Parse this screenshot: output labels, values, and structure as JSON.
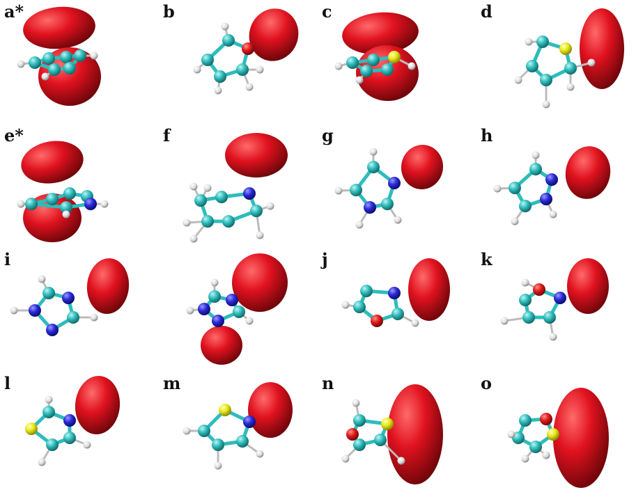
{
  "panels": [
    {
      "label": "a*"
    },
    {
      "label": "b"
    },
    {
      "label": "c"
    },
    {
      "label": "d"
    },
    {
      "label": "e*"
    },
    {
      "label": "f"
    },
    {
      "label": "g"
    },
    {
      "label": "h"
    },
    {
      "label": "i"
    },
    {
      "label": ""
    },
    {
      "label": "j"
    },
    {
      "label": "k"
    },
    {
      "label": "l"
    },
    {
      "label": "m"
    },
    {
      "label": "n"
    },
    {
      "label": "o"
    }
  ],
  "colors": {
    "lobe": "#e0121f",
    "lobe_dark": "#7a0a10",
    "carbon": "#2ebcbc",
    "hydrogen": "#e8e8e8",
    "nitrogen": "#2a2ad8",
    "oxygen": "#e01818",
    "sulfur": "#e8e818"
  }
}
